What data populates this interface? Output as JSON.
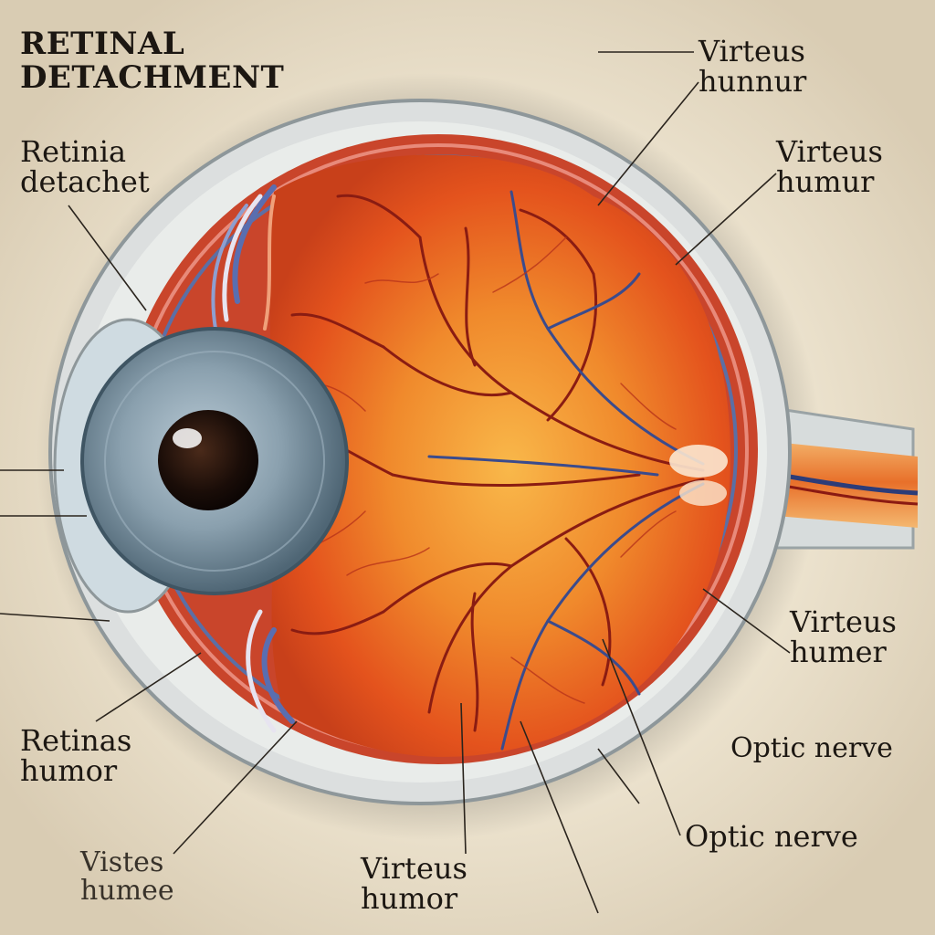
{
  "title": {
    "line1": "RETINAL",
    "line2": "DETACHMENT"
  },
  "labels": {
    "top_right": {
      "line1": "Virteus",
      "line2": "hunnur"
    },
    "right_upper": {
      "line1": "Virteus",
      "line2": "humur"
    },
    "left_upper": {
      "line1": "Retinia",
      "line2": "detachet"
    },
    "right_lower": {
      "line1": "Virteus",
      "line2": "humer"
    },
    "optic_right": {
      "text": "Optic nerve"
    },
    "left_lower": {
      "line1": "Retinas",
      "line2": "humor"
    },
    "bottom_left": {
      "line1": "Vistes",
      "line2": "humee"
    },
    "bottom_mid": {
      "line1": "Virteus",
      "line2": "humor"
    },
    "optic_bottom": {
      "text": "Optic nerve"
    }
  },
  "colors": {
    "background": "#efe6d2",
    "retina_orange": "#e8531c",
    "retina_center": "#f7a63a",
    "sclera": "#d8dcdc",
    "iris": "#7f97a8",
    "vessel_red": "#9a1c12",
    "vessel_blue": "#3c4c86"
  }
}
